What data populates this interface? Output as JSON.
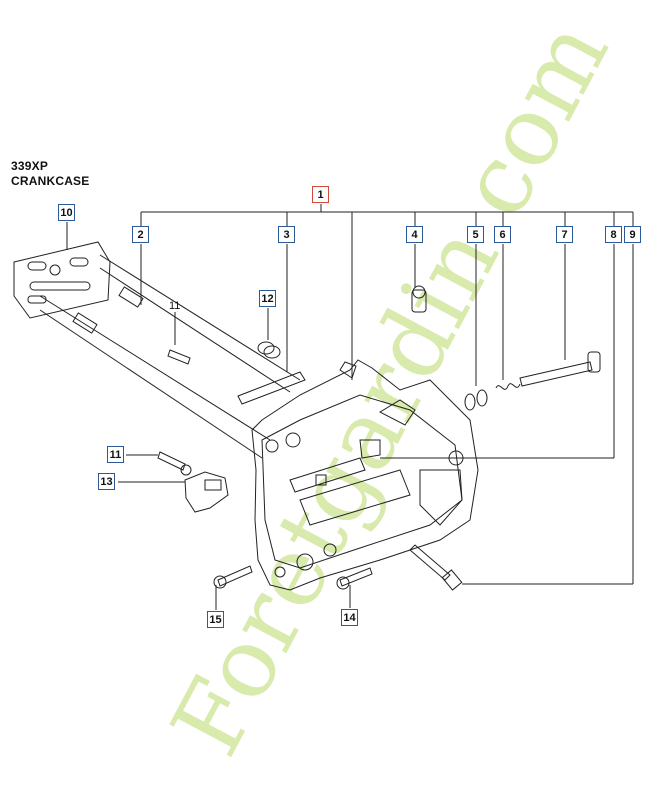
{
  "title": {
    "model": "339XP",
    "section": "CRANKCASE"
  },
  "callouts": [
    {
      "n": "1"
    },
    {
      "n": "2"
    },
    {
      "n": "3"
    },
    {
      "n": "4"
    },
    {
      "n": "5"
    },
    {
      "n": "6"
    },
    {
      "n": "7"
    },
    {
      "n": "8"
    },
    {
      "n": "9"
    },
    {
      "n": "10"
    },
    {
      "n": "11"
    },
    {
      "n": "12"
    },
    {
      "n": "13"
    },
    {
      "n": "14"
    },
    {
      "n": "15"
    }
  ],
  "plain_labels": {
    "part11_upper": "11"
  },
  "watermark": {
    "text": "Foretgardin.com"
  },
  "colors": {
    "callout_border": "#2a5a9a",
    "callout_top_border": "#d04a3a",
    "watermark": "#b9d96a"
  }
}
